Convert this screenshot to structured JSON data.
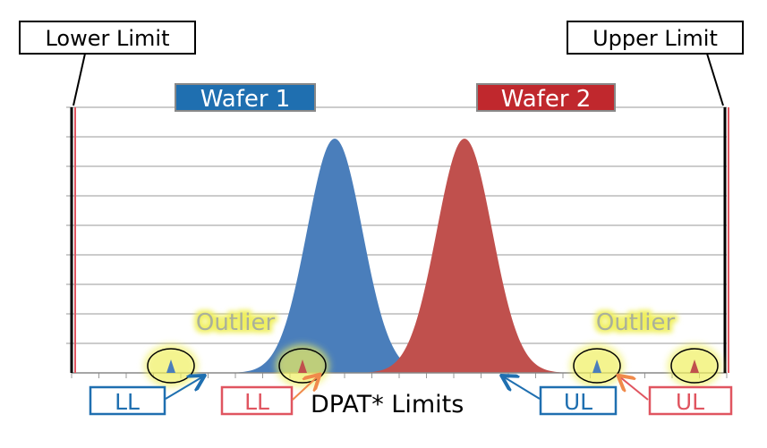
{
  "lower_limit_label": "Lower Limit",
  "upper_limit_label": "Upper Limit",
  "wafer1_label": "Wafer 1",
  "wafer2_label": "Wafer 2",
  "outlier_label_left": "Outlier",
  "outlier_label_right": "Outlier",
  "ll_blue_label": "LL",
  "ll_red_label": "LL",
  "ul_blue_label": "UL",
  "ul_red_label": "UL",
  "dpat_label": "DPAT* Limits",
  "colors": {
    "wafer1": "#4a7ebb",
    "wafer2": "#c0504d",
    "box_blue": "#1f6fb0",
    "box_red": "#e05560",
    "glow": "#f0f060"
  }
}
